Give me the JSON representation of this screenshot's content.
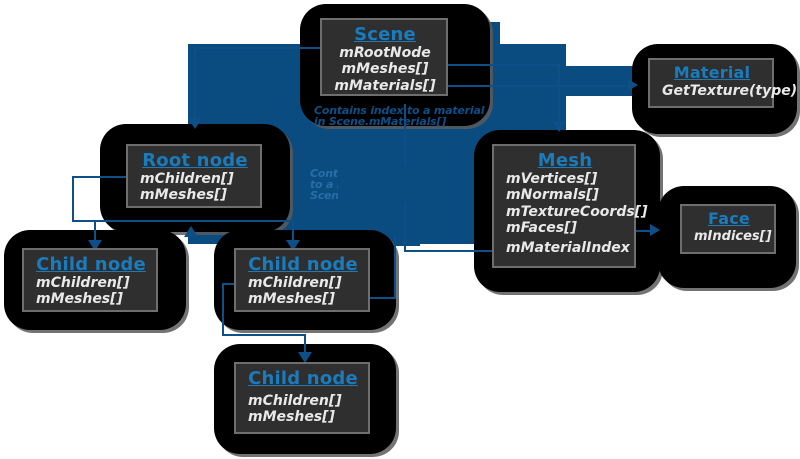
{
  "diagram": {
    "title_colors": {
      "backdrop_blue": "#0a4c80",
      "panel_black": "#000000",
      "card_fill": "#2f2f2f",
      "card_border": "#6e6e6e",
      "heading_blue": "#1a7bbd",
      "field_text": "#e9e9e9",
      "connector_blue": "#0d4f86"
    },
    "nodes": [
      {
        "id": "scene",
        "title": "Scene",
        "fields": [
          "mRootNode",
          "mMeshes[]",
          "mMaterials[]"
        ]
      },
      {
        "id": "material",
        "title": "Material",
        "fields": [
          "GetTexture(type)"
        ]
      },
      {
        "id": "root-node",
        "title": "Root node",
        "fields": [
          "mChildren[]",
          "mMeshes[]"
        ]
      },
      {
        "id": "mesh",
        "title": "Mesh",
        "fields": [
          "mVertices[]",
          "mNormals[]",
          "mTextureCoords[]",
          "mFaces[]",
          "mMaterialIndex"
        ]
      },
      {
        "id": "face",
        "title": "Face",
        "fields": [
          "mIndices[]"
        ]
      },
      {
        "id": "child-node-left",
        "title": "Child node",
        "fields": [
          "mChildren[]",
          "mMeshes[]"
        ]
      },
      {
        "id": "child-node-middle",
        "title": "Child node",
        "fields": [
          "mChildren[]",
          "mMeshes[]"
        ]
      },
      {
        "id": "child-node-bottom",
        "title": "Child node",
        "fields": [
          "mChildren[]",
          "mMeshes[]"
        ]
      }
    ],
    "notes": [
      {
        "id": "material-note",
        "text": "Contains index to a material\nin Scene.mMaterials[]"
      },
      {
        "id": "mesh-note",
        "text": "Contains index\nto a mesh in\nScene.mMeshes[]"
      }
    ]
  }
}
